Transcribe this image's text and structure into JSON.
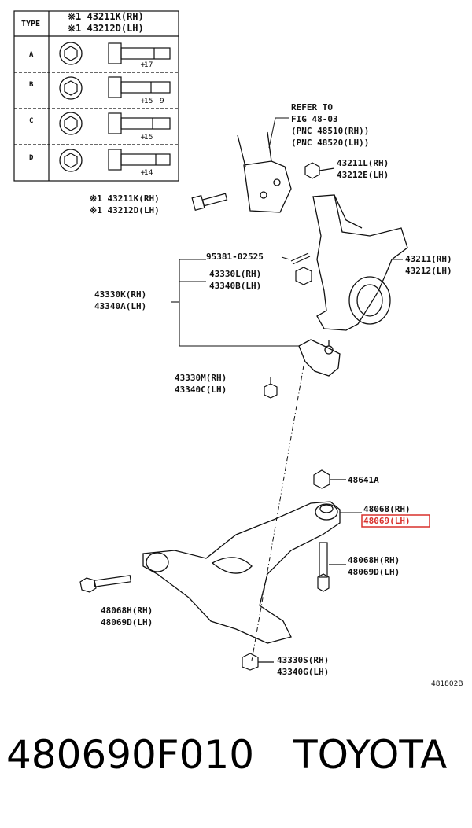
{
  "type_table": {
    "header_type": "TYPE",
    "header_rh": "※1 43211K(RH)",
    "header_lh": "※1 43212D(LH)",
    "rows": [
      {
        "type": "A",
        "dim1": "17",
        "dim2": ""
      },
      {
        "type": "B",
        "dim1": "15",
        "dim2": "9"
      },
      {
        "type": "C",
        "dim1": "15",
        "dim2": ""
      },
      {
        "type": "D",
        "dim1": "14",
        "dim2": ""
      }
    ]
  },
  "refer": {
    "line1": "REFER TO",
    "line2": "FIG 48-03",
    "line3": "(PNC 48510(RH))",
    "line4": "(PNC 48520(LH))"
  },
  "labels": {
    "l43211L": "43211L(RH)",
    "l43212E": "43212E(LH)",
    "l43211K": "※1 43211K(RH)",
    "l43212D": "※1 43212D(LH)",
    "l95381": "95381-02525",
    "l43330L": "43330L(RH)",
    "l43340B": "43340B(LH)",
    "l43330K": "43330K(RH)",
    "l43340A": "43340A(LH)",
    "l43211": "43211(RH)",
    "l43212": "43212(LH)",
    "l43330M": "43330M(RH)",
    "l43340C": "43340C(LH)",
    "l48641A": "48641A",
    "l48068": "48068(RH)",
    "l48069": "48069(LH)",
    "l48068H_right": "48068H(RH)",
    "l48069D_right": "48069D(LH)",
    "l48068H_left": "48068H(RH)",
    "l48069D_left": "48069D(LH)",
    "l43330S": "43330S(RH)",
    "l43340G": "43340G(LH)",
    "fig_code": "481802B"
  },
  "footer": {
    "part_number": "480690F010",
    "brand": "TOYOTA"
  },
  "colors": {
    "highlight": "#d9302c",
    "line": "#111111"
  }
}
